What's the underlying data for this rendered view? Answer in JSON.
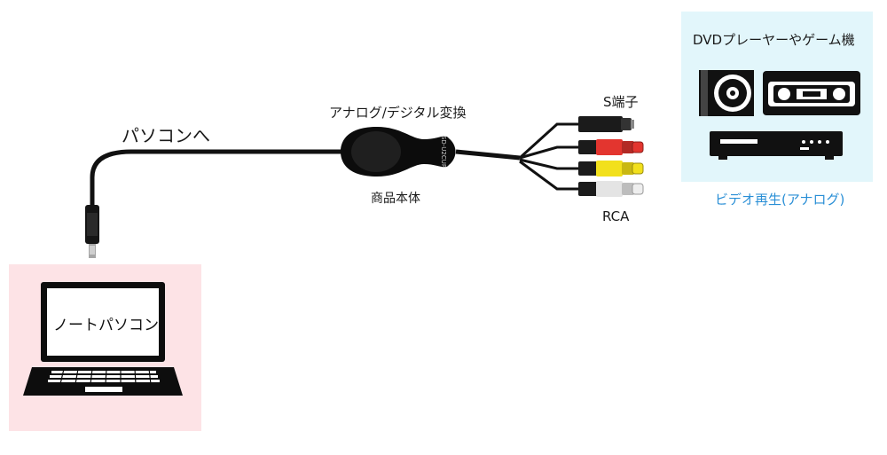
{
  "labels": {
    "to_pc": "パソコンへ",
    "converter_title": "アナログ/デジタル変換",
    "main_unit": "商品本体",
    "model": "SD-U2CUP",
    "s_terminal": "S端子",
    "rca": "RCA",
    "laptop_screen": "ノートパソコン",
    "source_devices": "DVDプレーヤーやゲーム機",
    "analog_playback": "ビデオ再生(アナログ)"
  },
  "colors": {
    "pc_panel_bg": "#fde3e6",
    "device_panel_bg": "#e2f6fb",
    "accent_blue": "#2a8fd6",
    "rca_red": "#e3352f",
    "rca_yellow": "#f2e01c",
    "rca_white": "#e4e4e4",
    "cable_black": "#111111"
  },
  "icons": [
    "laptop-icon",
    "dvd-disc-icon",
    "vhs-cassette-icon",
    "dvd-player-icon",
    "usb-plug-icon",
    "s-video-plug-icon",
    "rca-plug-icon"
  ]
}
